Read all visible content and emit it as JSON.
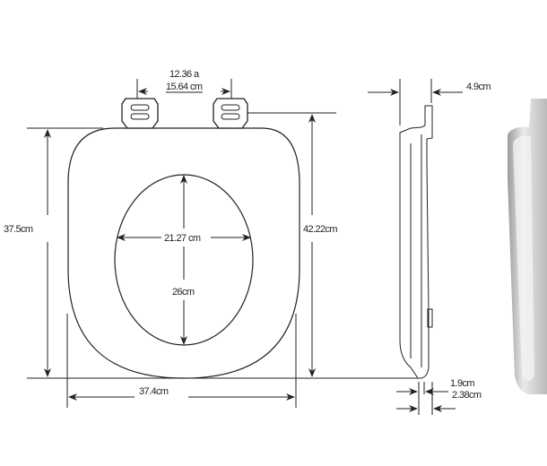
{
  "front_view": {
    "hinge_spacing_top": "12.36 a",
    "hinge_spacing_bottom": "15.64 cm",
    "overall_length": "37.5cm",
    "length_to_hinge": "42.22cm",
    "overall_width": "37.4cm",
    "opening_width": "21.27 cm",
    "opening_length": "26cm"
  },
  "side_view": {
    "hinge_offset": "4.9cm",
    "thickness_inner": "1.9cm",
    "thickness_outer": "2.38cm"
  },
  "colors": {
    "line": "#222222",
    "photo": "#c8cacc"
  }
}
